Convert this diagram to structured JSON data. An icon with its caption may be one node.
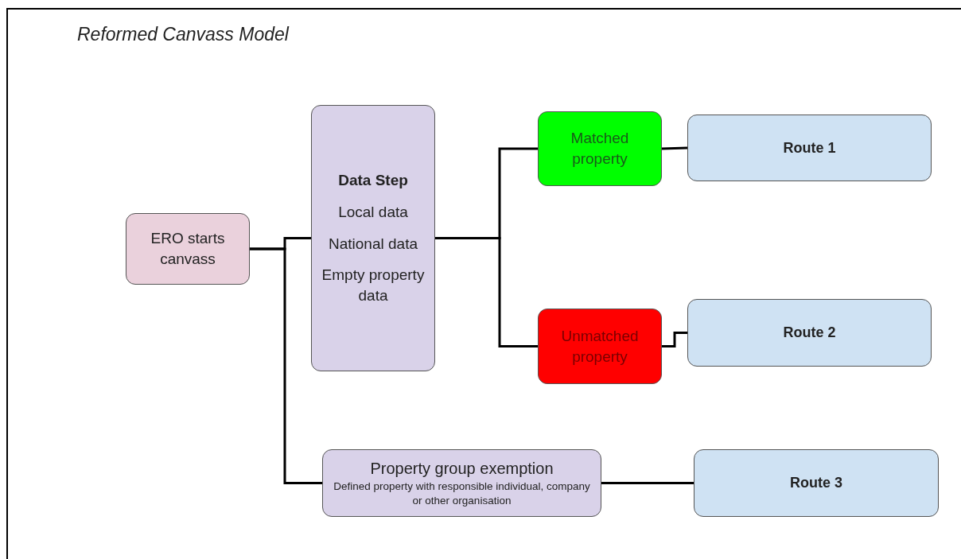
{
  "diagram": {
    "title": "Reformed Canvass Model",
    "nodes": [
      {
        "text": [
          "ERO starts canvass"
        ]
      },
      {
        "text": [
          "Data Step",
          "Local data",
          "National data",
          "Empty property data"
        ]
      },
      {
        "text": [
          "Matched property"
        ]
      },
      {
        "text": [
          "Unmatched property"
        ]
      },
      {
        "text": [
          "Route 1"
        ]
      },
      {
        "text": [
          "Route 2"
        ]
      },
      {
        "text": [
          "Property group exemption",
          "Defined property with responsible individual, company or other organisation"
        ]
      },
      {
        "text": [
          "Route 3"
        ]
      }
    ],
    "edges": [
      {
        "from": 0,
        "to": 1,
        "arrow": "none"
      },
      {
        "from": 0,
        "to": 6,
        "arrow": "none"
      },
      {
        "from": 1,
        "to": 2,
        "arrow": "none"
      },
      {
        "from": 1,
        "to": 3,
        "arrow": "none"
      },
      {
        "from": 2,
        "to": 4,
        "arrow": "none"
      },
      {
        "from": 3,
        "to": 5,
        "arrow": "none"
      },
      {
        "from": 6,
        "to": 7,
        "arrow": "none"
      }
    ]
  }
}
